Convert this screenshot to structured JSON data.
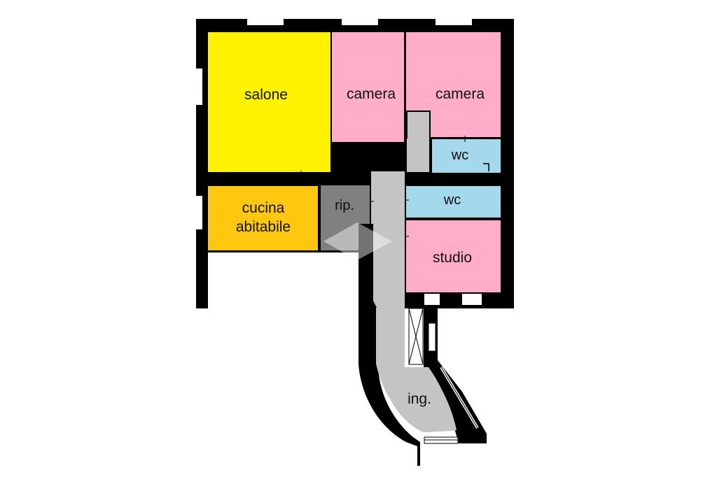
{
  "rooms": {
    "salone": {
      "label": "salone",
      "color": "#fff200"
    },
    "camera_1": {
      "label": "camera",
      "color": "#ffadc8"
    },
    "camera_2": {
      "label": "camera",
      "color": "#ffadc8"
    },
    "wc_1": {
      "label": "wc",
      "color": "#a3d9ea"
    },
    "wc_2": {
      "label": "wc",
      "color": "#a3d9ea"
    },
    "cucina": {
      "label_line1": "cucina",
      "label_line2": "abitabile",
      "color": "#ffc710"
    },
    "ripostiglio": {
      "label": "rip.",
      "color": "#808080"
    },
    "studio": {
      "label": "studio",
      "color": "#ffadc8"
    },
    "ingresso": {
      "label": "ing.",
      "color": "#c4c4c4"
    }
  },
  "colors": {
    "wall": "#000000",
    "corridor": "#c4c4c4",
    "background": "#ffffff"
  }
}
